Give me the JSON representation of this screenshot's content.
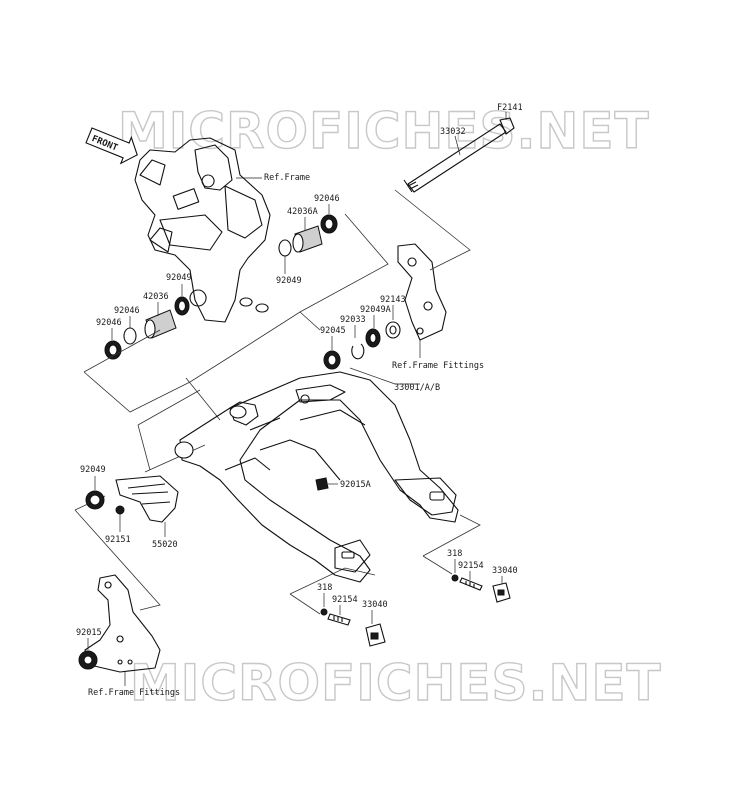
{
  "watermark": {
    "top": "MICROFICHES.NET",
    "bottom": "MICROFICHES.NET"
  },
  "front_arrow": {
    "label": "FRONT"
  },
  "labels": {
    "ref_frame": "Ref.Frame",
    "ref_frame_fittings_right": "Ref.Frame Fittings",
    "ref_frame_fittings_left": "Ref.Frame Fittings",
    "p_f2141": "F2141",
    "p_33032": "33032",
    "p_92046_top": "92046",
    "p_42036a": "42036A",
    "p_92049_mid": "92049",
    "p_92049_left": "92049",
    "p_42036": "42036",
    "p_92046_a": "92046",
    "p_92046_b": "92046",
    "p_92143": "92143",
    "p_92049a": "92049A",
    "p_92033": "92033",
    "p_92045": "92045",
    "p_33001": "33001/A/B",
    "p_92015a": "92015A",
    "p_92049_low": "92049",
    "p_92151": "92151",
    "p_55020": "55020",
    "p_318_right": "318",
    "p_92154_right": "92154",
    "p_33040_right": "33040",
    "p_318_left": "318",
    "p_92154_left": "92154",
    "p_33040_left": "33040",
    "p_92015": "92015"
  }
}
